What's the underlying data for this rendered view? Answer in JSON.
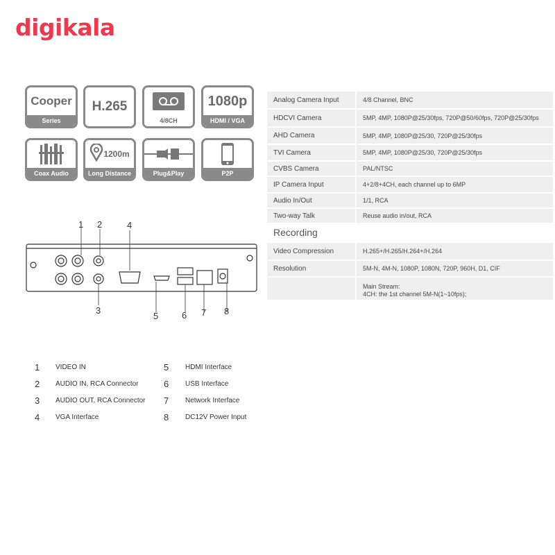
{
  "logo": "digikala",
  "badges": [
    {
      "top": "Cooper",
      "bottom": "Series"
    },
    {
      "top": "H.265",
      "bottom": ""
    },
    {
      "icon": "cassette-icon",
      "bottom": "4/8CH"
    },
    {
      "top": "1080p",
      "bottom": "HDMI / VGA"
    },
    {
      "icon": "coax-icon",
      "bottom": "Coax Audio"
    },
    {
      "icon": "location-pin-icon",
      "top": "1200m",
      "bottom": "Long Distance"
    },
    {
      "icon": "plug-icon",
      "bottom": "Plug&Play"
    },
    {
      "icon": "phone-icon",
      "bottom": "P2P"
    }
  ],
  "specs": [
    {
      "label": "Analog Camera Input",
      "value": "4/8 Channel, BNC"
    },
    {
      "label": "HDCVI Camera",
      "value": "5MP, 4MP, 1080P@25/30fps, 720P@50/60fps, 720P@25/30fps"
    },
    {
      "label": "AHD Camera",
      "value": "5MP, 4MP, 1080P@25/30, 720P@25/30fps"
    },
    {
      "label": "TVI Camera",
      "value": "5MP, 4MP, 1080P@25/30, 720P@25/30fps"
    },
    {
      "label": "CVBS Camera",
      "value": "PAL/NTSC"
    },
    {
      "label": "IP Camera Input",
      "value": "4+2/8+4CH, each channel up to 6MP"
    },
    {
      "label": "Audio In/Out",
      "value": "1/1, RCA"
    },
    {
      "label": "Two-way Talk",
      "value": "Reuse audio in/out, RCA"
    }
  ],
  "recording_heading": "Recording",
  "recording": [
    {
      "label": "Video Compression",
      "value": "H.265+/H.265/H.264+/H.264"
    },
    {
      "label": "Resolution",
      "value": "5M-N, 4M-N, 1080P,  1080N, 720P, 960H, D1, CIF"
    },
    {
      "label": "",
      "value": "Main Stream:",
      "value2": "4CH: the 1st channel 5M-N(1~10fps);"
    }
  ],
  "callouts": [
    "1",
    "2",
    "3",
    "4",
    "5",
    "6",
    "7",
    "8"
  ],
  "legend": [
    {
      "n": "1",
      "t": "VIDEO IN"
    },
    {
      "n": "2",
      "t": "AUDIO IN, RCA Connector"
    },
    {
      "n": "3",
      "t": "AUDIO OUT, RCA Connector"
    },
    {
      "n": "4",
      "t": "VGA Interface"
    },
    {
      "n": "5",
      "t": "HDMI Interface"
    },
    {
      "n": "6",
      "t": "USB Interface"
    },
    {
      "n": "7",
      "t": "Network Interface"
    },
    {
      "n": "8",
      "t": "DC12V Power Input"
    }
  ]
}
